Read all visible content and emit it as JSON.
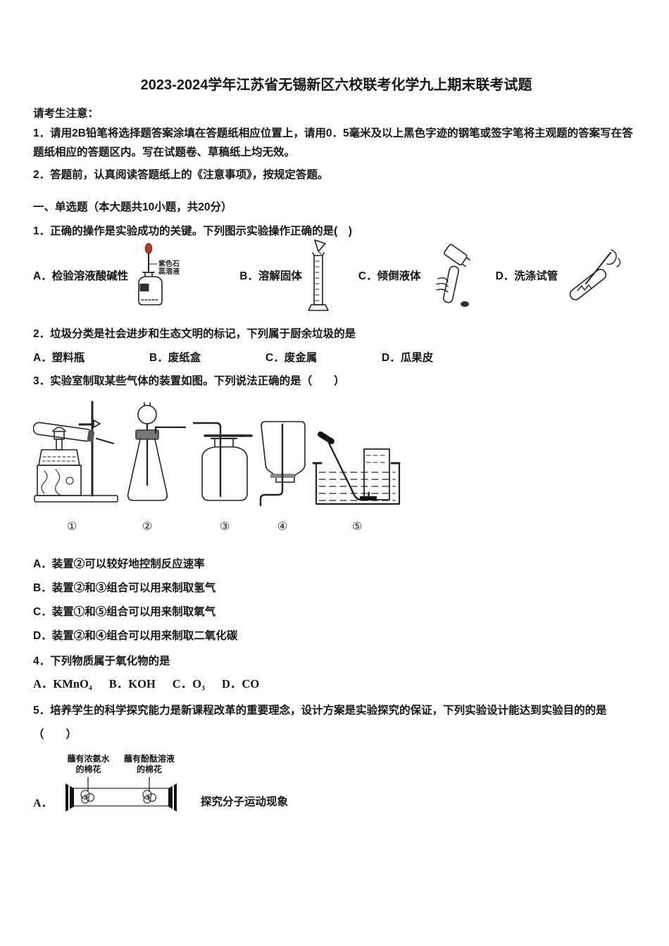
{
  "title": "2023-2024学年江苏省无锡新区六校联考化学九上期末联考试题",
  "notice": {
    "heading": "请考生注意：",
    "line1": "1．请用2B铅笔将选择题答案涂填在答题纸相应位置上，请用0．5毫米及以上黑色字迹的钢笔或签字笔将主观题的答案写在答题纸相应的答题区内。写在试题卷、草稿纸上均无效。",
    "line2": "2．答题前，认真阅读答题纸上的《注意事项》，按规定答题。"
  },
  "section": {
    "heading": "一、单选题（本大题共10小题，共20分）"
  },
  "q1": {
    "stem": "1．正确的操作是实验成功的关键。下列图示实验操作正确的是(　)",
    "options": [
      "A．检验溶液酸碱性",
      "B．溶解固体",
      "C．倾倒液体",
      "D．洗涤试管"
    ],
    "dropper_label": [
      "紫色石",
      "蕊溶液"
    ]
  },
  "q2": {
    "stem": "2．垃圾分类是社会进步和生态文明的标记，下列属于厨余垃圾的是",
    "options": [
      "A．塑料瓶",
      "B．废纸盒",
      "C．废金属",
      "D．瓜果皮"
    ]
  },
  "q3": {
    "stem": "3．实验室制取某些气体的装置如图。下列说法正确的是（　　）",
    "device_labels": [
      "①",
      "②",
      "③",
      "④",
      "⑤"
    ],
    "options": [
      "A．装置②可以较好地控制反应速率",
      "B．装置②和③组合可以用来制取氢气",
      "C．装置①和⑤组合可以用来制取氧气",
      "D．装置②和④组合可以用来制取二氧化碳"
    ]
  },
  "q4": {
    "stem": "4．下列物质属于氧化物的是",
    "options": [
      "A．KMnO₄",
      "B．KOH",
      "C．O₃",
      "D．CO"
    ]
  },
  "q5": {
    "stem": "5．培养学生的科学探究能力是新课程改革的重要理念，设计方案是实验探究的保证，下列实验设计能达到实验目的的是（　　）",
    "option_a_letter": "A．",
    "ammonia_label": [
      "蘸有浓氨水",
      "的棉花"
    ],
    "phenolphthalein_label": [
      "蘸有酚酞溶液",
      "的棉花"
    ],
    "option_a_text": "探究分子运动现象"
  },
  "colors": {
    "ink": "#222222",
    "dropper_bulb": "#b03a2e"
  }
}
